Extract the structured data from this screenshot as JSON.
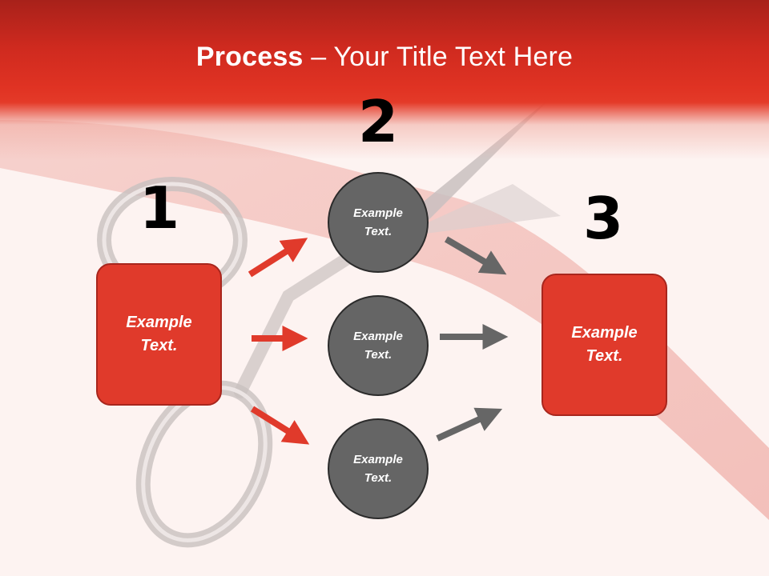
{
  "title": {
    "bold": "Process",
    "rest": " – Your Title Text Here"
  },
  "steps": {
    "one": "1",
    "two": "2",
    "three": "3"
  },
  "left_box": {
    "text": "Example\nText."
  },
  "circles": [
    {
      "text": "Example\nText."
    },
    {
      "text": "Example\nText."
    },
    {
      "text": "Example\nText."
    }
  ],
  "right_box": {
    "text": "Example\nText."
  },
  "colors": {
    "accent_red": "#e03a2b",
    "circle_gray": "#656565",
    "arrow_red": "#e03a2b",
    "arrow_gray": "#666666"
  }
}
